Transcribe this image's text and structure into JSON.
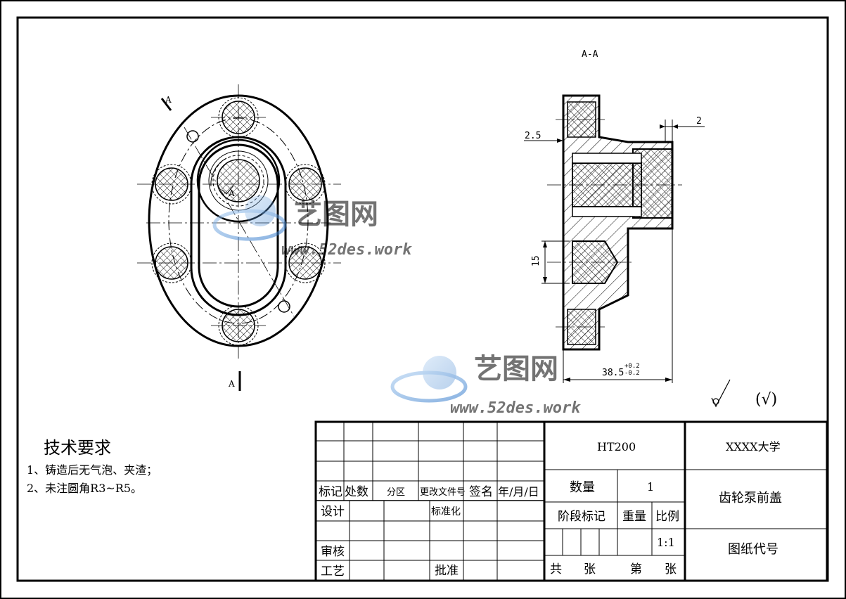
{
  "section": {
    "label": "A-A",
    "cut_mark_top": "A",
    "cut_mark_bottom": "A",
    "center_mark": "A"
  },
  "dimensions": {
    "d1": "2",
    "d2": "2.5",
    "d3": "15",
    "d4": "38.5",
    "d4_tol_upper": "+0.2",
    "d4_tol_lower": "-0.2"
  },
  "roughness": {
    "default_symbol": "√",
    "other_symbol": "(√)"
  },
  "watermark": {
    "text_cn": "艺图网",
    "text_url": "www.52des.work"
  },
  "requirements": {
    "heading": "技术要求",
    "items": [
      "1、铸造后无气泡、夹渣；",
      "2、未注圆角R3~R5。"
    ]
  },
  "title_block": {
    "material": "HT200",
    "school": "XXXX大学",
    "part_name": "齿轮泵前盖",
    "drawing_no_label": "图纸代号",
    "quantity_label": "数量",
    "quantity": "1",
    "stage_label": "阶段标记",
    "weight_label": "重量",
    "scale_label": "比例",
    "scale": "1:1",
    "total_label": "共",
    "sheet_unit1": "张",
    "page_label": "第",
    "sheet_unit2": "张",
    "mark_label": "标记",
    "count_label": "处数",
    "zone_label": "分区",
    "change_doc_label": "更改文件号",
    "sign_label": "签名",
    "date_label": "年/月/日",
    "design_label": "设计",
    "standard_label": "标准化",
    "review_label": "审核",
    "process_label": "工艺",
    "approve_label": "批准"
  }
}
